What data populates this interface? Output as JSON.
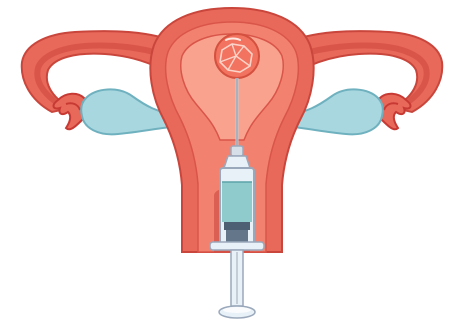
{
  "illustration": {
    "subject": "intrauterine-insemination",
    "parts": [
      "uterus",
      "fallopian-tube-left",
      "fallopian-tube-right",
      "ovary-left",
      "ovary-right",
      "cervix",
      "embryo",
      "catheter",
      "syringe"
    ]
  },
  "colors": {
    "uterus_outer": "#e8685a",
    "uterus_outline": "#c9463c",
    "uterus_inner": "#f2826f",
    "cavity": "#f9a38e",
    "tube_inner": "#d9554a",
    "fimbriae": "#c73a34",
    "ovary": "#a9d7df",
    "ovary_outline": "#6fb1bf",
    "embryo": "#f2735f",
    "embryo_outline": "#d4503f",
    "syringe_barrel": "#e9f1f8",
    "syringe_outline": "#9aa8bb",
    "fluid": "#7fc3c5",
    "plunger": "#4d5f72",
    "needle": "#c4ccd6"
  }
}
